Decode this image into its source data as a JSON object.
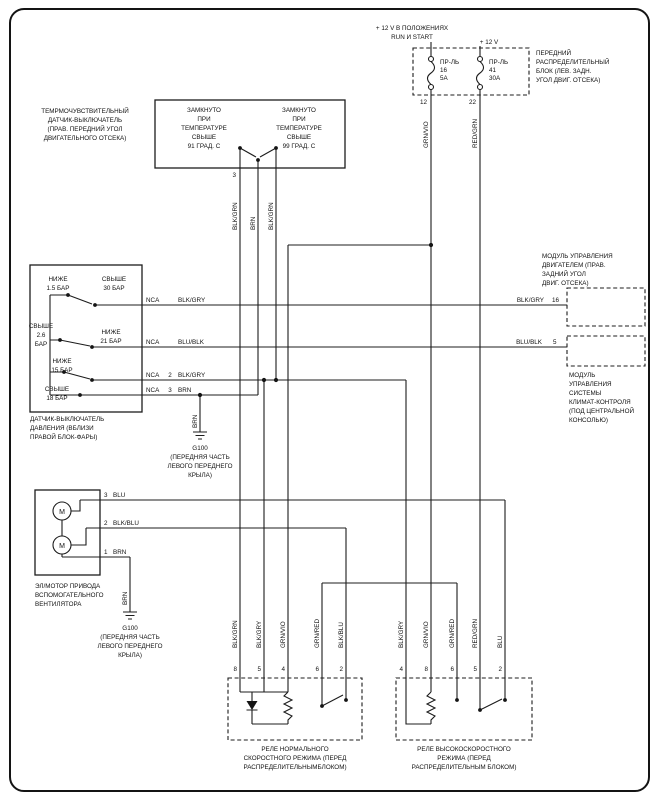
{
  "power_feed": {
    "label_run_1": "+ 12 V В ПОЛОЖЕНИЯХ",
    "label_run_2": "RUN И START",
    "label_12v": "+ 12 V",
    "fuse_left": {
      "name": "ПР-ЛЬ",
      "number": "16",
      "rating": "5A",
      "pin": "12",
      "wire": "GRN/VIO"
    },
    "fuse_right": {
      "name": "ПР-ЛЬ",
      "number": "41",
      "rating": "30A",
      "pin": "22",
      "wire": "RED/GRN"
    },
    "block_label": [
      "ПЕРЕДНИЙ",
      "РАСПРЕДЕЛИТЕЛЬНЫЙ",
      "БЛОК (ЛЕВ. ЗАДН.",
      "УГОЛ ДВИГ. ОТСЕКА)"
    ]
  },
  "thermal_switch": {
    "label": [
      "ТЕМРМОЧУВСТВИТЕЛЬНЫЙ",
      "ДАТЧИК-ВЫКЛЮЧАТЕЛЬ",
      "(ПРАВ. ПЕРЕДНИЙ УГОЛ",
      "ДВИГАТЕЛЬНОГО ОТСЕКА)"
    ],
    "switch1": [
      "ЗАМКНУТО",
      "ПРИ",
      "ТЕМПЕРАТУРЕ",
      "СВЫШЕ",
      "91 ГРАД. С"
    ],
    "switch2": [
      "ЗАМКНУТО",
      "ПРИ",
      "ТЕМПЕРАТУРЕ",
      "СВЫШЕ",
      "99 ГРАД. С"
    ],
    "pin": "3",
    "wires": [
      "BLK/GRN",
      "BRN",
      "BLK/GRN"
    ]
  },
  "pressure_switch": {
    "contacts": [
      [
        "НИЖЕ",
        "1.5 БАР"
      ],
      [
        "СВЫШЕ",
        "30 БАР"
      ],
      [
        "СВЫШЕ",
        "2.6",
        "БАР"
      ],
      [
        "НИЖЕ",
        "21 БАР"
      ],
      [
        "НИЖЕ",
        "15 БАР"
      ],
      [
        "СВЫШЕ",
        "18 БАР"
      ]
    ],
    "rows": [
      {
        "nca": "NCA",
        "wire": "BLK/GRY"
      },
      {
        "nca": "NCA",
        "wire": "BLU/BLK"
      },
      {
        "nca": "NCA",
        "pin": "2",
        "wire": "BLK/GRY"
      },
      {
        "nca": "NCA",
        "pin": "3",
        "wire": "BRN"
      }
    ],
    "label": [
      "ДАТЧИК-ВЫКЛЮЧАТЕЛЬ",
      "ДАВЛЕНИЯ (ВБЛИЗИ",
      "ПРАВОЙ БЛОК-ФАРЫ)"
    ]
  },
  "ground1": {
    "wire": "BRN",
    "name": "G100",
    "label": [
      "(ПЕРЕДНЯЯ ЧАСТЬ",
      "ЛЕВОГО ПЕРЕДНЕГО",
      "КРЫЛА)"
    ]
  },
  "ground2": {
    "wire": "BRN",
    "name": "G100",
    "label": [
      "(ПЕРЕДНЯЯ ЧАСТЬ",
      "ЛЕВОГО ПЕРЕДНЕГО",
      "КРЫЛА)"
    ]
  },
  "engine_module": {
    "wire": "BLK/GRY",
    "pin": "16",
    "label": [
      "МОДУЛЬ УПРАВЛЕНИЯ",
      "ДВИГАТЕЛЕМ (ПРАВ.",
      "ЗАДНИЙ УГОЛ",
      "ДВИГ. ОТСЕКА)"
    ]
  },
  "climate_module": {
    "wire": "BLU/BLK",
    "pin": "5",
    "label": [
      "МОДУЛЬ",
      "УПРАВЛЕНИЯ",
      "СИСТЕМЫ",
      "КЛИМАТ-КОНТРОЛЯ",
      "(ПОД ЦЕНТРАЛЬНОЙ",
      "КОНСОЛЬЮ)"
    ]
  },
  "fan_motor": {
    "motor_letter": "M",
    "pins": [
      {
        "pin": "3",
        "wire": "BLU"
      },
      {
        "pin": "2",
        "wire": "BLK/BLU"
      },
      {
        "pin": "1",
        "wire": "BRN"
      }
    ],
    "label": [
      "ЭЛ/МОТОР ПРИВОДА",
      "ВСПОМОГАТЕЛЬНОГО",
      "ВЕНТИЛЯТОРА"
    ]
  },
  "relay_normal": {
    "pins": [
      "8",
      "5",
      "4",
      "6",
      "2"
    ],
    "wires": [
      "BLK/GRN",
      "BLK/GRY",
      "GRN/VIO",
      "GRN/RED",
      "BLK/BLU"
    ],
    "label": [
      "РЕЛЕ НОРМАЛЬНОГО",
      "СКОРОСТНОГО РЕЖИМА (ПЕРЕД",
      "РАСПРЕДЕЛИТЕЛЬНЫМБЛОКОМ)"
    ]
  },
  "relay_high": {
    "pins": [
      "4",
      "8",
      "6",
      "5",
      "2"
    ],
    "wires": [
      "BLK/GRY",
      "GRN/VIO",
      "GRN/RED",
      "RED/GRN",
      "BLU"
    ],
    "label": [
      "РЕЛЕ ВЫСОКОСКОРОСТНОГО",
      "РЕЖИМА (ПЕРЕД",
      "РАСПРЕДЕЛИТЕЛЬНЫМ БЛОКОМ)"
    ]
  },
  "colors": {
    "line": "#1c1c1c",
    "background": "#ffffff"
  }
}
